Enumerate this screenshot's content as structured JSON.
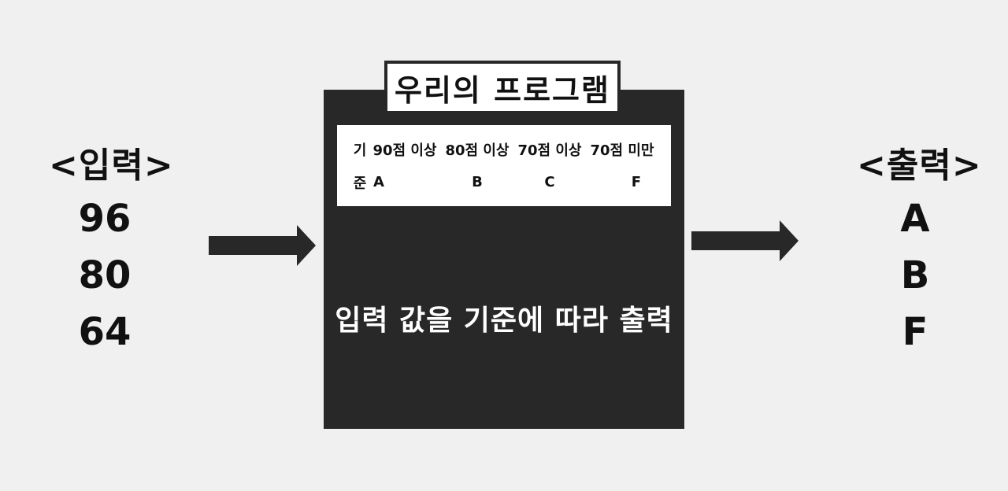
{
  "input": {
    "heading": "<입력>",
    "values": [
      "96",
      "80",
      "64"
    ]
  },
  "output": {
    "heading": "<출력>",
    "values": [
      "A",
      "B",
      "F"
    ]
  },
  "program": {
    "title": "우리의 프로그램",
    "criteria": {
      "row_label_top": "기",
      "row_label_bottom": "준",
      "thresholds": [
        "90점 이상",
        "80점 이상",
        "70점 이상",
        "70점 미만"
      ],
      "grades": [
        "A",
        "B",
        "C",
        "F"
      ]
    },
    "description": "입력 값을 기준에 따라 출력"
  },
  "colors": {
    "background": "#f0f0f0",
    "box": "#282828",
    "panel": "#ffffff",
    "text": "#111111"
  }
}
